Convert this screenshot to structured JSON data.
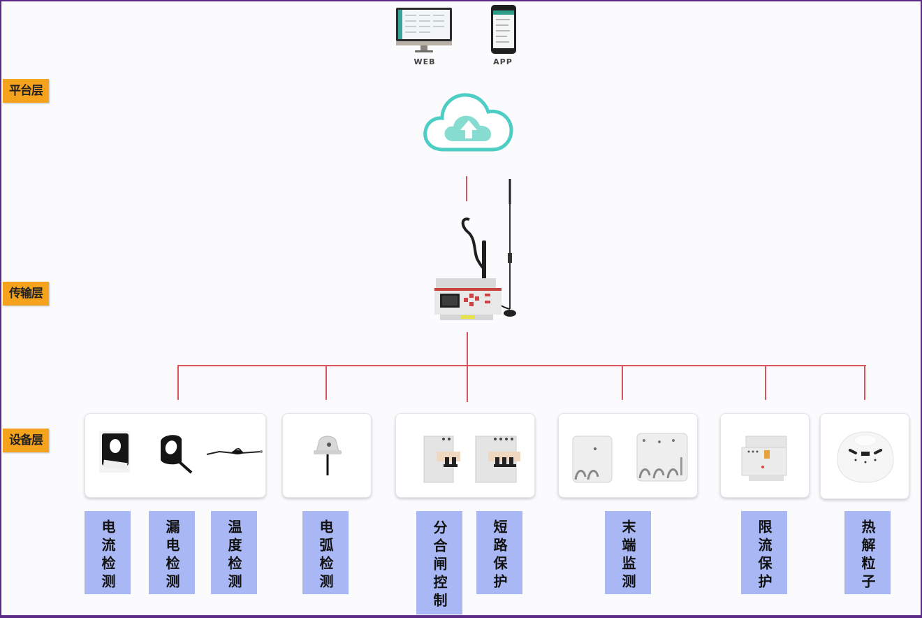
{
  "layers": {
    "platform": "平台层",
    "transport": "传输层",
    "device": "设备层"
  },
  "endpoints": [
    {
      "label": "WEB",
      "icon": "monitor-icon"
    },
    {
      "label": "APP",
      "icon": "smartphone-icon"
    }
  ],
  "cloud": {
    "icon": "cloud-upload-icon"
  },
  "gateway": {
    "icon": "gateway-device-icon"
  },
  "colors": {
    "layer_tag": "#f5a21c",
    "connector": "#d9545c",
    "function_label": "#a9b8f4",
    "cloud": "#4ecdc4",
    "frame": "#5b2a86"
  },
  "device_groups": [
    {
      "devices": [
        "split-core-ct-icon",
        "ring-ct-icon",
        "temperature-probe-icon"
      ]
    },
    {
      "devices": [
        "arc-sensor-icon"
      ]
    },
    {
      "devices": [
        "breaker-2p-icon",
        "breaker-4p-icon"
      ]
    },
    {
      "devices": [
        "terminal-module-2p-icon",
        "terminal-module-3p-icon"
      ]
    },
    {
      "devices": [
        "current-limiter-icon"
      ]
    },
    {
      "devices": [
        "heat-detector-icon"
      ]
    }
  ],
  "functions": [
    {
      "label": "电流检测"
    },
    {
      "label": "漏电检测"
    },
    {
      "label": "温度检测"
    },
    {
      "label": "电弧检测"
    },
    {
      "label": "分合闸控制"
    },
    {
      "label": "短路保护"
    },
    {
      "label": "末端监测"
    },
    {
      "label": "限流保护"
    },
    {
      "label": "热解粒子"
    }
  ]
}
